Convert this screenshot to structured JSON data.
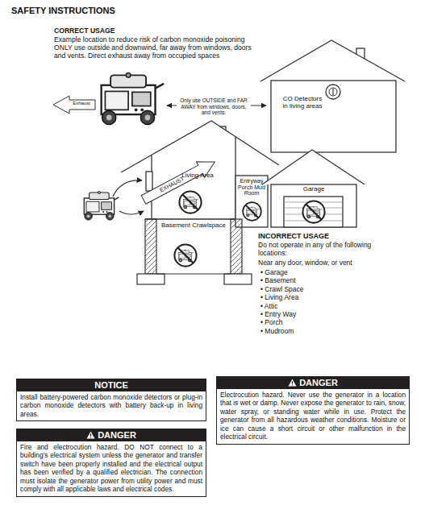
{
  "diagram": {
    "title": "SAFETY INSTRUCTIONS",
    "nodes": [
      {
        "text": [
          "CO Detectors in living areas"
        ]
      },
      {
        "text": [
          "Living Area"
        ]
      },
      {
        "text": [
          "Entryway Porch Mud Room"
        ]
      },
      {
        "text": [
          "Garage"
        ]
      },
      {
        "text": [
          "Basement Crawlspace"
        ]
      },
      {
        "text": [
          "NOTICE",
          "Install battery-powered carbon monoxide detectors or plug-in carbon monoxide detectors with battery back-up in living areas."
        ]
      },
      {
        "text": [
          "DANGER",
          "Fire and electrocution hazard. DO NOT connect to a building's electrical system unless the generator and transfer switch have been properly installed and the electrical output has been verified by a qualified electrician. The connection must isolate the generator power from utility power and must comply with all applicable laws and electrical codes."
        ]
      },
      {
        "text": [
          "DANGER",
          "Electrocution hazard. Never use the generator in a location that is wet or damp. Never expose the generator to rain, snow, water spray, or standing water while in use. Protect the generator from all hazardous weather conditions. Moisture or ice can cause a short circuit or other malfunction in the electrical circuit."
        ]
      }
    ],
    "labels": [
      "CORRECT USAGE",
      "Example location to reduce risk of carbon monoxide poisoning ONLY use outside and downwind, far away from windows, doors and vents. Direct exhaust away from occupied spaces",
      "Exhaust",
      "Only use OUTSIDE and FAR AWAY from windows, doors, and vents.",
      "EXHAUST",
      "INCORRECT USAGE",
      "Do not operate in any of the following locations:",
      "Near any door, window, or vent",
      "• Garage",
      "• Basement",
      "• Crawl Space",
      "• Living Area",
      "• Attic",
      "• Entry Way",
      "• Porch",
      "• Mudroom"
    ]
  }
}
